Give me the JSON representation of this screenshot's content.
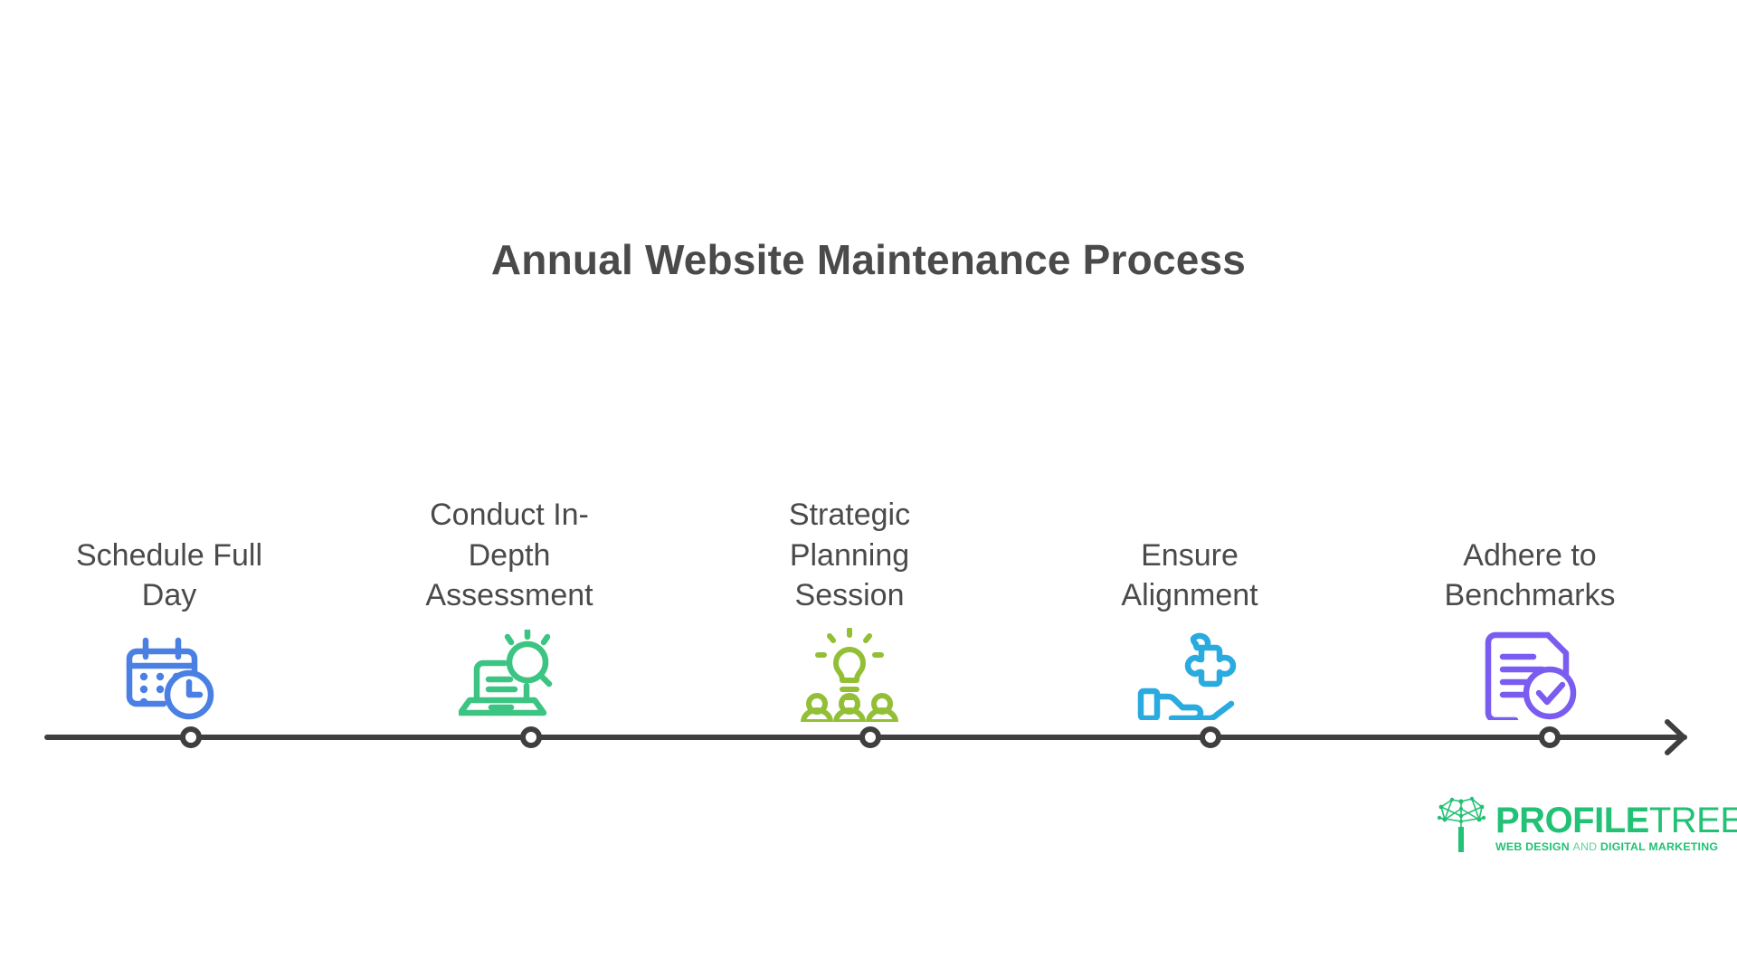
{
  "page": {
    "background": "#ffffff",
    "title": "Annual Website Maintenance Process",
    "title_color": "#4a4a4a"
  },
  "timeline": {
    "axis_color": "#3f3f3f",
    "marker_fill": "#ffffff",
    "arrow": "right-arrowhead",
    "steps": [
      {
        "label_line1": "Schedule Full",
        "label_line2": "Day",
        "label_line3": "",
        "icon": "calendar-clock-icon",
        "icon_color": "#4a7fe3"
      },
      {
        "label_line1": "Conduct In-",
        "label_line2": "Depth",
        "label_line3": "Assessment",
        "icon": "laptop-search-icon",
        "icon_color": "#3cc482"
      },
      {
        "label_line1": "Strategic",
        "label_line2": "Planning",
        "label_line3": "Session",
        "icon": "lightbulb-people-icon",
        "icon_color": "#93bf36"
      },
      {
        "label_line1": "Ensure",
        "label_line2": "Alignment",
        "label_line3": "",
        "icon": "hand-puzzle-icon",
        "icon_color": "#2aabdf"
      },
      {
        "label_line1": "Adhere to",
        "label_line2": "Benchmarks",
        "label_line3": "",
        "icon": "document-check-icon",
        "icon_color": "#7b5cf0"
      }
    ]
  },
  "logo": {
    "mark": "network-tree-icon",
    "name_bold": "PROFILE",
    "name_light": "TREE",
    "tagline_part1": "WEB DESIGN ",
    "tagline_and": "AND",
    "tagline_part2": " DIGITAL MARKETING",
    "color": "#22c175"
  }
}
